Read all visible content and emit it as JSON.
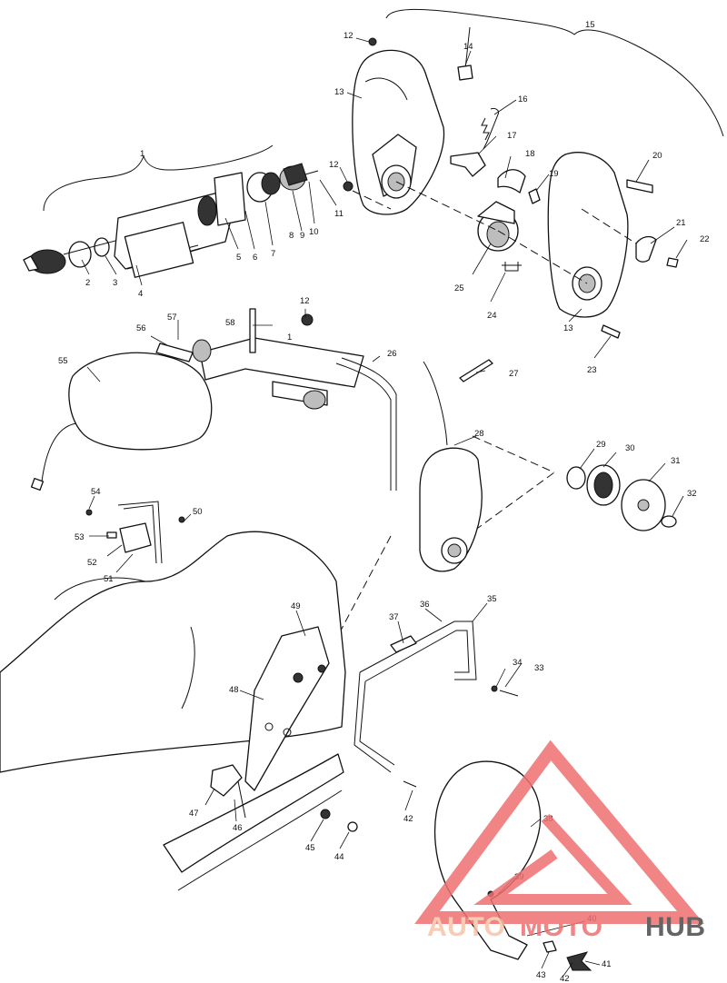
{
  "callouts": [
    {
      "id": "c1a",
      "text": "1"
    },
    {
      "id": "c2",
      "text": "2"
    },
    {
      "id": "c3",
      "text": "3"
    },
    {
      "id": "c4",
      "text": "4"
    },
    {
      "id": "c5",
      "text": "5"
    },
    {
      "id": "c6",
      "text": "6"
    },
    {
      "id": "c7",
      "text": "7"
    },
    {
      "id": "c8",
      "text": "8"
    },
    {
      "id": "c9",
      "text": "9"
    },
    {
      "id": "c10",
      "text": "10"
    },
    {
      "id": "c11",
      "text": "11"
    },
    {
      "id": "c12a",
      "text": "12"
    },
    {
      "id": "c12b",
      "text": "12"
    },
    {
      "id": "c12c",
      "text": "12"
    },
    {
      "id": "c13a",
      "text": "13"
    },
    {
      "id": "c13b",
      "text": "13"
    },
    {
      "id": "c14",
      "text": "14"
    },
    {
      "id": "c15",
      "text": "15"
    },
    {
      "id": "c16",
      "text": "16"
    },
    {
      "id": "c17",
      "text": "17"
    },
    {
      "id": "c18",
      "text": "18"
    },
    {
      "id": "c19",
      "text": "19"
    },
    {
      "id": "c20",
      "text": "20"
    },
    {
      "id": "c21",
      "text": "21"
    },
    {
      "id": "c22",
      "text": "22"
    },
    {
      "id": "c23",
      "text": "23"
    },
    {
      "id": "c24",
      "text": "24"
    },
    {
      "id": "c25",
      "text": "25"
    },
    {
      "id": "c1b",
      "text": "1"
    },
    {
      "id": "c26",
      "text": "26"
    },
    {
      "id": "c27",
      "text": "27"
    },
    {
      "id": "c28",
      "text": "28"
    },
    {
      "id": "c29",
      "text": "29"
    },
    {
      "id": "c30",
      "text": "30"
    },
    {
      "id": "c31",
      "text": "31"
    },
    {
      "id": "c32",
      "text": "32"
    },
    {
      "id": "c33",
      "text": "33"
    },
    {
      "id": "c34",
      "text": "34"
    },
    {
      "id": "c35",
      "text": "35"
    },
    {
      "id": "c36",
      "text": "36"
    },
    {
      "id": "c37",
      "text": "37"
    },
    {
      "id": "c38",
      "text": "38"
    },
    {
      "id": "c39",
      "text": "39"
    },
    {
      "id": "c40",
      "text": "40"
    },
    {
      "id": "c41",
      "text": "41"
    },
    {
      "id": "c42a",
      "text": "42"
    },
    {
      "id": "c42b",
      "text": "42"
    },
    {
      "id": "c43",
      "text": "43"
    },
    {
      "id": "c44",
      "text": "44"
    },
    {
      "id": "c45",
      "text": "45"
    },
    {
      "id": "c46",
      "text": "46"
    },
    {
      "id": "c47",
      "text": "47"
    },
    {
      "id": "c48",
      "text": "48"
    },
    {
      "id": "c49",
      "text": "49"
    },
    {
      "id": "c50",
      "text": "50"
    },
    {
      "id": "c51",
      "text": "51"
    },
    {
      "id": "c52",
      "text": "52"
    },
    {
      "id": "c53",
      "text": "53"
    },
    {
      "id": "c54",
      "text": "54"
    },
    {
      "id": "c55",
      "text": "55"
    },
    {
      "id": "c56",
      "text": "56"
    },
    {
      "id": "c57",
      "text": "57"
    },
    {
      "id": "c58",
      "text": "58"
    }
  ],
  "watermark": {
    "part1": "AUTO",
    "part2": "MOTO",
    "part3": "HUB",
    "color_light": "#f6c3a8",
    "color_brand": "#ef6f6f",
    "color_dark": "#4a4a4a"
  }
}
